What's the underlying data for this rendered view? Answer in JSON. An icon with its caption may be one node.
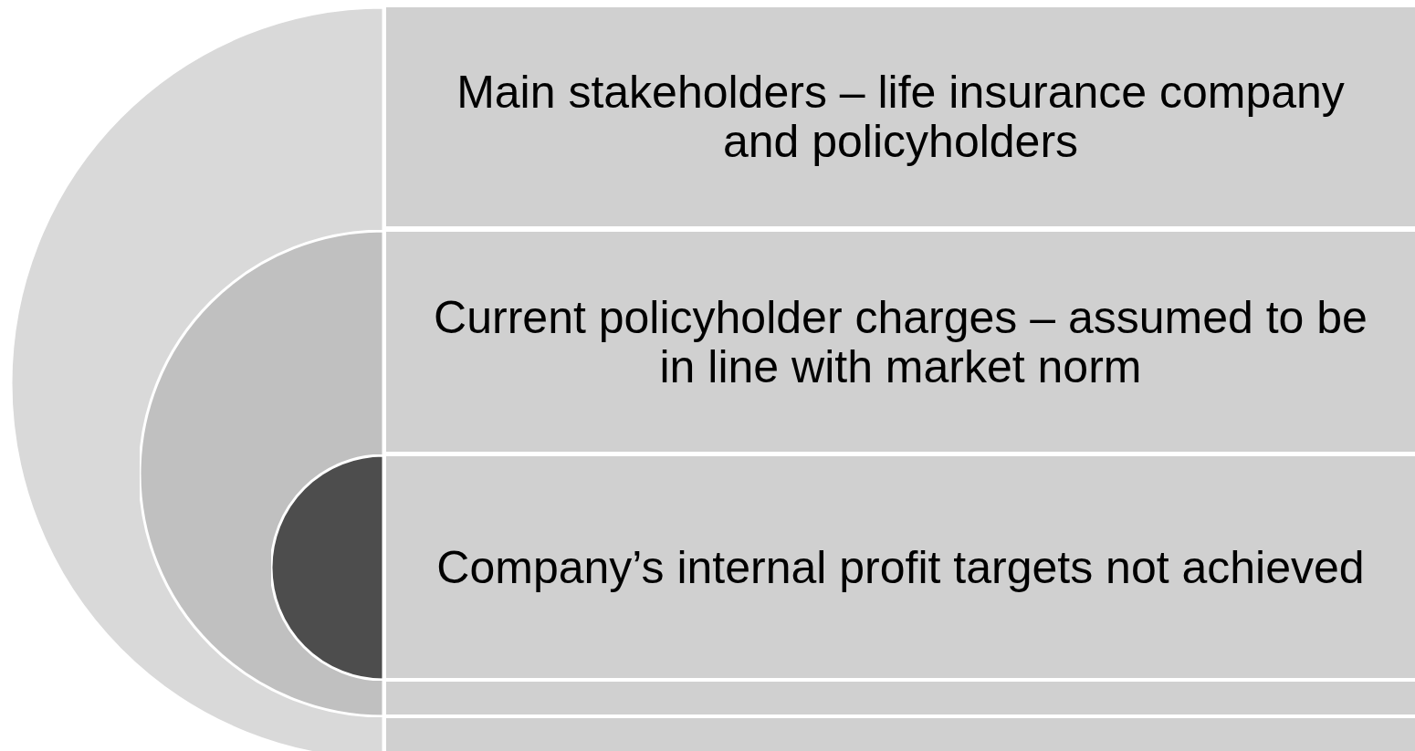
{
  "diagram": {
    "nodes": [
      {
        "text": [
          "Main stakeholders – life insurance company and policyholders"
        ]
      },
      {
        "text": [
          "Current policyholder charges – assumed to be in line with market norm"
        ]
      },
      {
        "text": [
          "Company’s internal profit targets not achieved"
        ]
      },
      {
        "text": [],
        "shape": "semicircle"
      },
      {
        "text": [],
        "shape": "semicircle",
        "in": 3
      },
      {
        "text": [],
        "shape": "semicircle",
        "in": 4
      },
      {
        "text": [],
        "shape": "bar"
      },
      {
        "text": [],
        "shape": "bar"
      }
    ]
  }
}
